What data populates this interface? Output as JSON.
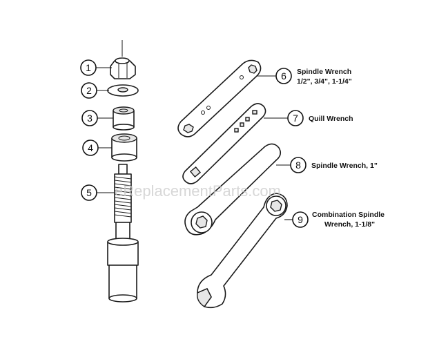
{
  "watermark": "eReplacementParts.com",
  "callouts": [
    {
      "number": "1"
    },
    {
      "number": "2"
    },
    {
      "number": "3"
    },
    {
      "number": "4"
    },
    {
      "number": "5"
    },
    {
      "number": "6",
      "label_lines": [
        "Spindle Wrench",
        "1/2\", 3/4\", 1-1/4\""
      ]
    },
    {
      "number": "7",
      "label_lines": [
        "Quill Wrench"
      ]
    },
    {
      "number": "8",
      "label_lines": [
        "Spindle Wrench, 1\""
      ]
    },
    {
      "number": "9",
      "label_lines": [
        "Combination Spindle",
        "Wrench, 1-1/8\""
      ]
    }
  ]
}
